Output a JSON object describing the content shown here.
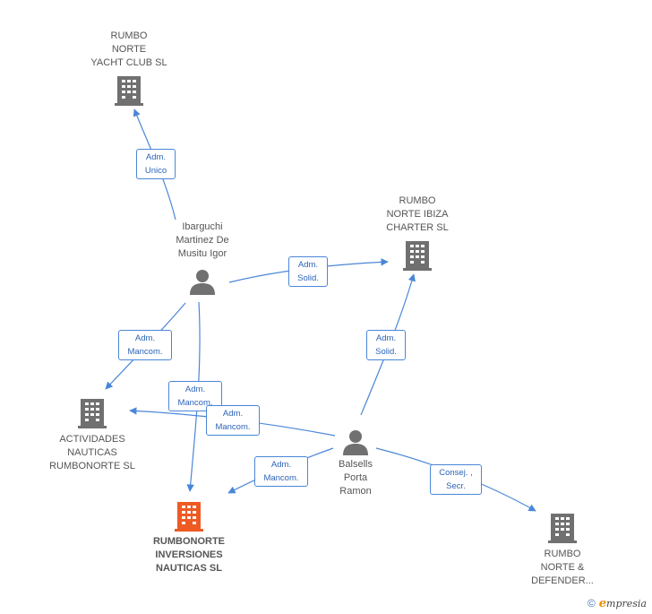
{
  "colors": {
    "edge": "#4a86d8",
    "building": "#707070",
    "building_main": "#ee5a24",
    "person": "#707070"
  },
  "nodes": {
    "yacht_club": {
      "label": "RUMBO\nNORTE\nYACHT CLUB SL",
      "icon": "building-icon"
    },
    "ibiza": {
      "label": "RUMBO\nNORTE IBIZA\nCHARTER  SL",
      "icon": "building-icon"
    },
    "ibarguchi": {
      "label": "Ibarguchi\nMartinez De\nMusitu Igor",
      "icon": "person-icon"
    },
    "actividades": {
      "label": "ACTIVIDADES\nNAUTICAS\nRUMBONORTE SL",
      "icon": "building-icon"
    },
    "balsells": {
      "label": "Balsells\nPorta\nRamon",
      "icon": "person-icon"
    },
    "rumbonorte_inv": {
      "label": "RUMBONORTE\nINVERSIONES\nNAUTICAS SL",
      "icon": "building-icon"
    },
    "defender": {
      "label": "RUMBO\nNORTE &\nDEFENDER...",
      "icon": "building-icon"
    }
  },
  "edges": {
    "e1": "Adm.\nUnico",
    "e2": "Adm.\nSolid.",
    "e3": "Adm.\nMancom.",
    "e4": "Adm.\nMancom.",
    "e5": "Adm.\nSolid.",
    "e6": "Adm.\nMancom.",
    "e7": "Adm.\nMancom.",
    "e8": "Consej. ,\nSecr."
  },
  "footer": {
    "copyright": "©",
    "brand_initial": "e",
    "brand_rest": "mpresia"
  }
}
